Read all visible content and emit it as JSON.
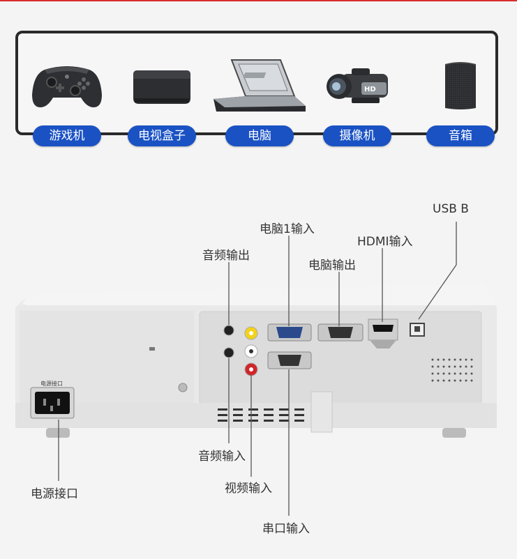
{
  "devices": [
    {
      "label": "游戏机",
      "icon": "game-controller-icon"
    },
    {
      "label": "电视盒子",
      "icon": "tv-box-icon"
    },
    {
      "label": "电脑",
      "icon": "laptop-icon"
    },
    {
      "label": "摄像机",
      "icon": "camcorder-icon"
    },
    {
      "label": "音箱",
      "icon": "speaker-icon"
    }
  ],
  "ports": {
    "usb_b": "USB  B",
    "pc1_in": "电脑1输入",
    "hdmi_in": "HDMI输入",
    "audio_out": "音频输出",
    "pc_out": "电脑输出",
    "audio_in": "音频输入",
    "video_in": "视频输入",
    "serial_in": "串口输入",
    "power": "电源接口"
  },
  "projector": {
    "power_tag": "电源接口"
  },
  "colors": {
    "pill": "#1a52c4",
    "accent_line": "#d92b2b",
    "body": "#eeeeee"
  }
}
